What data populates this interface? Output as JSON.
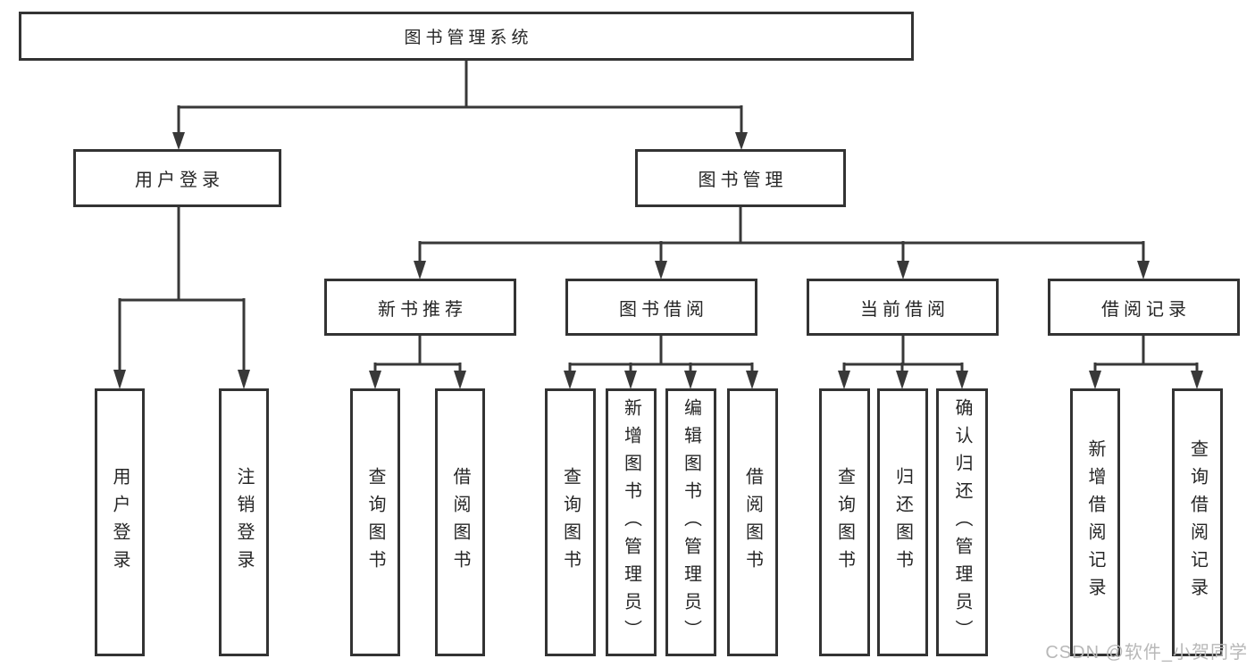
{
  "diagram": {
    "root": "图书管理系统",
    "level1": [
      {
        "label": "用户登录",
        "children": [
          "用户登录",
          "注销登录"
        ]
      },
      {
        "label": "图书管理",
        "children": [
          {
            "label": "新书推荐",
            "children": [
              "查询图书",
              "借阅图书"
            ]
          },
          {
            "label": "图书借阅",
            "children": [
              "查询图书",
              "新增图书（管理员）",
              "编辑图书（管理员）",
              "借阅图书"
            ]
          },
          {
            "label": "当前借阅",
            "children": [
              "查询图书",
              "归还图书",
              "确认归还（管理员）"
            ]
          },
          {
            "label": "借阅记录",
            "children": [
              "新增借阅记录",
              "查询借阅记录"
            ]
          }
        ]
      }
    ]
  },
  "watermark": "CSDN @软件_小贺同学",
  "colors": {
    "line": "#383838",
    "border": "#333333",
    "text": "#262626",
    "watermark": "#b8b8b8",
    "bg": "#ffffff"
  }
}
